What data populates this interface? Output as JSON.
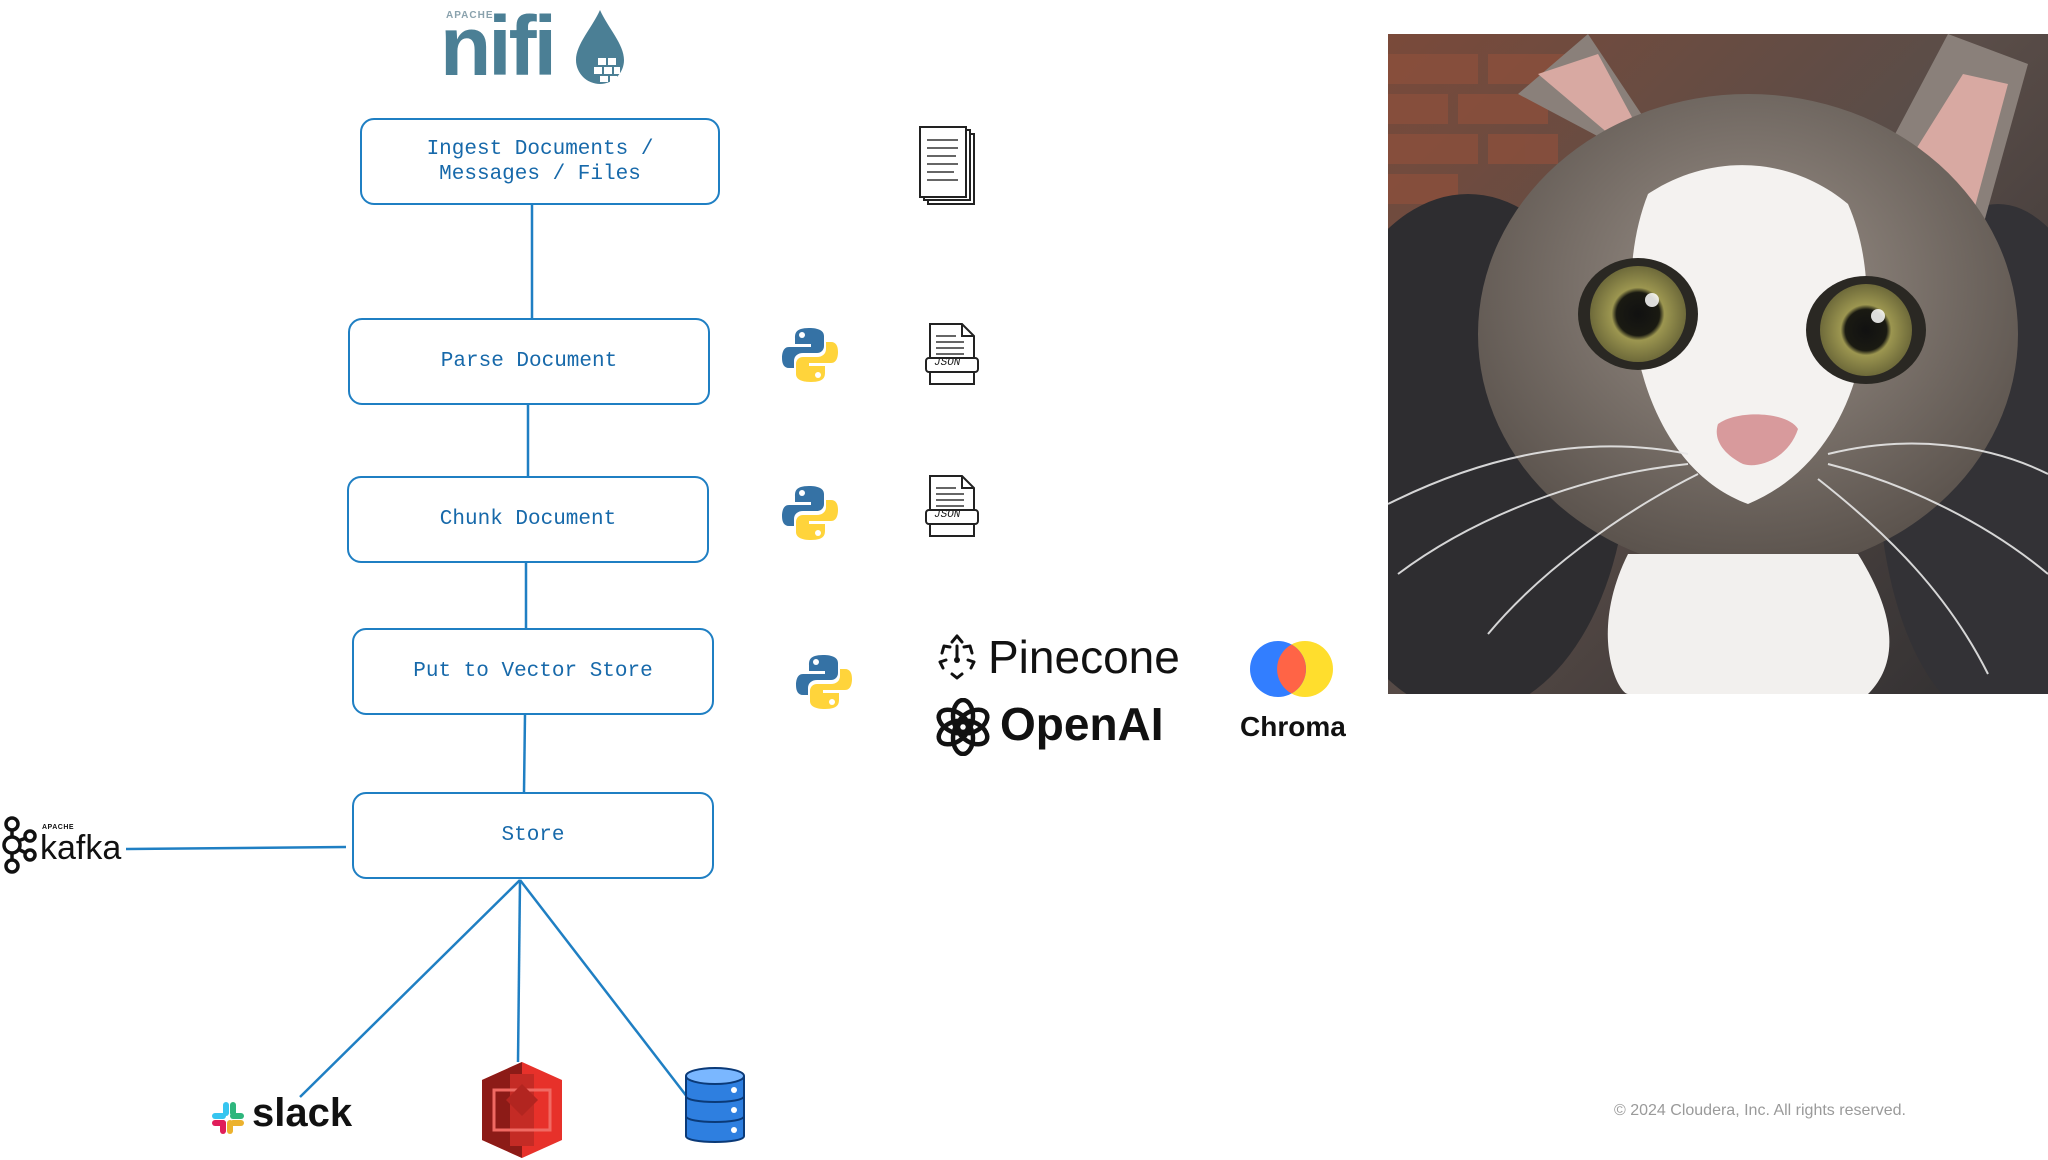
{
  "header": {
    "nifi_apache": "APACHE",
    "nifi_name": "nifi"
  },
  "flow": {
    "ingest": "Ingest Documents / Messages / Files",
    "parse": "Parse Document",
    "chunk": "Chunk Document",
    "vector": "Put to Vector Store",
    "store": "Store"
  },
  "icons": {
    "json_label": "JSON"
  },
  "vector_stores": {
    "pinecone": "Pinecone",
    "openai": "OpenAI",
    "chroma": "Chroma"
  },
  "sinks": {
    "kafka_apache": "APACHE",
    "kafka": "kafka",
    "slack": "slack"
  },
  "footer": {
    "copyright": "© 2024 Cloudera, Inc. All rights reserved."
  },
  "colors": {
    "flow_border": "#1f7fc3",
    "flow_text": "#1769aa",
    "nifi": "#4b7f95",
    "python_blue": "#3572a5",
    "python_yellow": "#ffd43b"
  }
}
